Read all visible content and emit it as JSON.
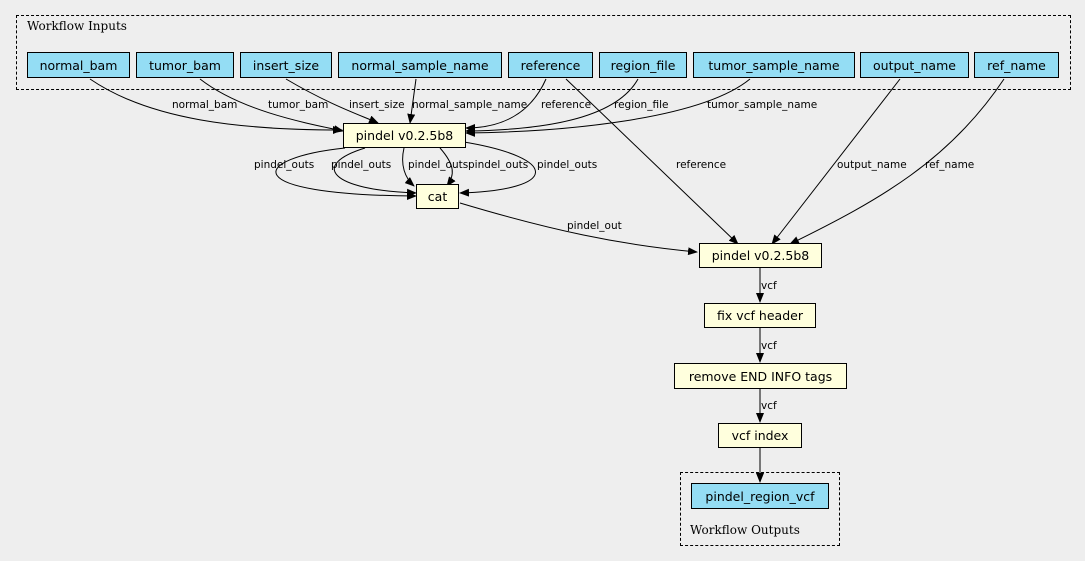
{
  "clusters": {
    "inputs_label": "Workflow Inputs",
    "outputs_label": "Workflow Outputs"
  },
  "inputs": [
    "normal_bam",
    "tumor_bam",
    "insert_size",
    "normal_sample_name",
    "reference",
    "region_file",
    "tumor_sample_name",
    "output_name",
    "ref_name"
  ],
  "steps": {
    "pindel1": "pindel v0.2.5b8",
    "cat": "cat",
    "pindel2": "pindel v0.2.5b8",
    "fix_header": "fix vcf header",
    "remove_end": "remove END INFO tags",
    "vcf_index": "vcf index"
  },
  "outputs": [
    "pindel_region_vcf"
  ],
  "edge_labels": {
    "normal_bam": "normal_bam",
    "tumor_bam": "tumor_bam",
    "insert_size": "insert_size",
    "normal_sample_name": "normal_sample_name",
    "reference1": "reference",
    "region_file": "region_file",
    "tumor_sample_name": "tumor_sample_name",
    "reference2": "reference",
    "output_name": "output_name",
    "ref_name": "ref_name",
    "pindel_outs": "pindel_outs",
    "pindel_out": "pindel_out",
    "vcf": "vcf"
  }
}
